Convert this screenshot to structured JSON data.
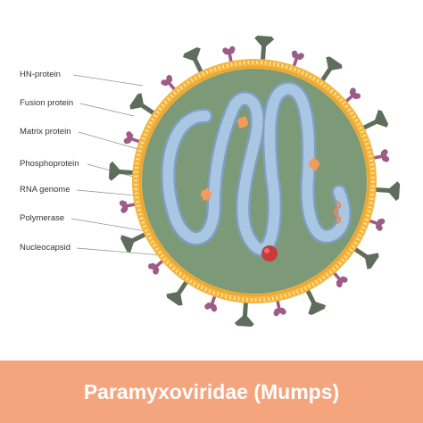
{
  "labels": [
    "HN-protein",
    "Fusion protein",
    "Matrix protein",
    "Phosphoprotein",
    "RNA genome",
    "Polymerase",
    "Nucleocapsid"
  ],
  "title": "Paramyxoviridae (Mumps)",
  "colors": {
    "envelope": "#f5b53d",
    "envelope_dots": "#fde6a8",
    "interior": "#7c9a78",
    "nucleocapsid": "#9dbddb",
    "nucleocapsid_edge": "#7f9fc0",
    "hn_spike": "#5f6d5d",
    "fusion_spike": "#9d5c88",
    "phosphoprotein": "#f29b5a",
    "polymerase": "#c93a3a",
    "banner": "#f4a57e"
  },
  "icons": {
    "hn": "mushroom-spike-icon",
    "fusion": "club-spike-icon"
  }
}
